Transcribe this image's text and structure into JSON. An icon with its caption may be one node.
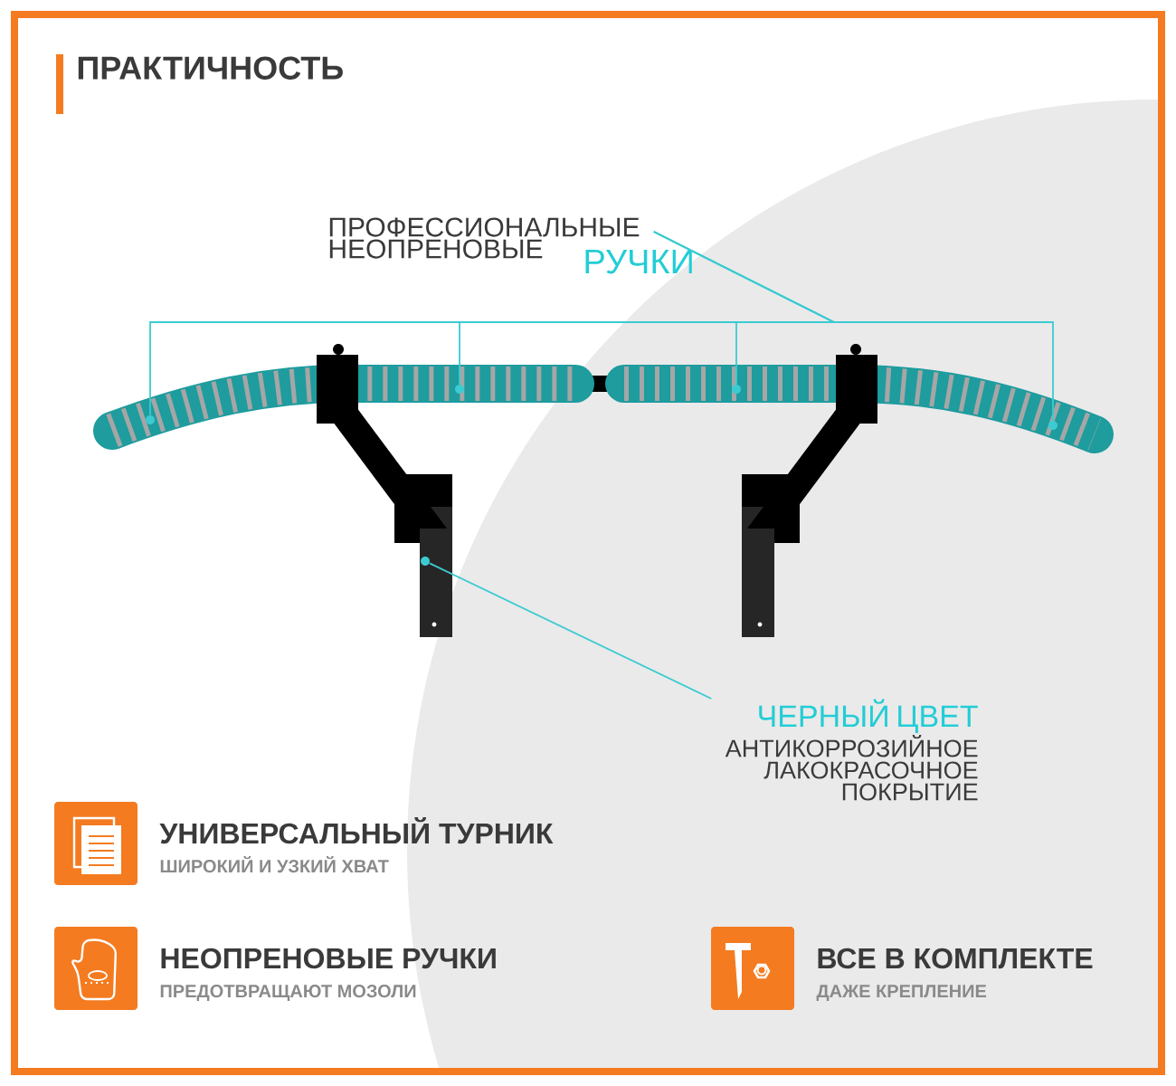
{
  "diagram": {
    "title": "ПРАКТИЧНОСТЬ",
    "nodes": [
      {
        "text": [
          "ПРОФЕССИОНАЛЬНЫЕ НЕОПРЕНОВЫЕ",
          "РУЧКИ"
        ]
      },
      {
        "text": [],
        "shape": "circle"
      },
      {
        "text": [],
        "shape": "circle"
      },
      {
        "text": [],
        "shape": "circle"
      },
      {
        "text": [],
        "shape": "circle"
      },
      {
        "text": [],
        "shape": "circle"
      },
      {
        "text": [
          "ЧЕРНЫЙ ЦВЕТ",
          "АНТИКОРРОЗИЙНОЕ ЛАКОКРАСОЧНОЕ ПОКРЫТИЕ"
        ]
      }
    ],
    "edges": [
      {
        "from": 0,
        "to": 1,
        "arrow": "none"
      },
      {
        "from": 0,
        "to": 2,
        "arrow": "none"
      },
      {
        "from": 0,
        "to": 3,
        "arrow": "none"
      },
      {
        "from": 0,
        "to": 4,
        "arrow": "none"
      },
      {
        "from": 6,
        "to": 5,
        "arrow": "none"
      }
    ],
    "labels": [
      "УНИВЕРСАЛЬНЫЙ ТУРНИК",
      "ШИРОКИЙ И УЗКИЙ ХВАТ",
      "НЕОПРЕНОВЫЕ РУЧКИ",
      "ПРЕДОТВРАЩАЮТ МОЗОЛИ",
      "ВСЕ В КОМПЛЕКТЕ",
      "ДАЖЕ КРЕПЛЕНИЕ"
    ]
  }
}
